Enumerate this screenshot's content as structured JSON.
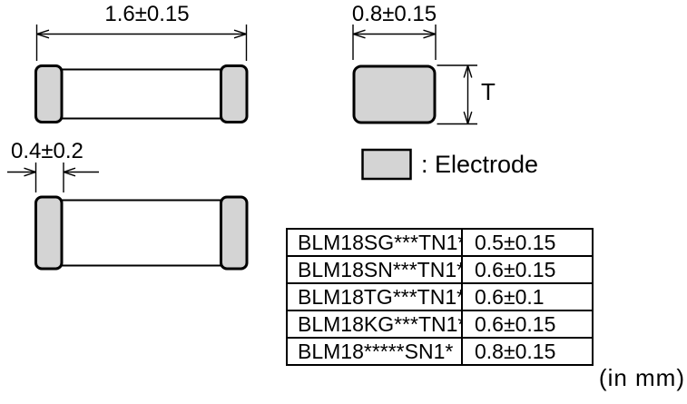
{
  "diagram": {
    "top_view": {
      "length_dim": "1.6±0.15"
    },
    "end_view": {
      "width_dim": "0.8±0.15",
      "thickness_label": "T"
    },
    "side_view": {
      "electrode_width_dim": "0.4±0.2"
    },
    "legend": {
      "label": ": Electrode"
    },
    "unit_note": "(in mm)"
  },
  "thickness_table": {
    "rows": [
      {
        "part_number": "BLM18SG***TN1*",
        "thickness": "0.5±0.15"
      },
      {
        "part_number": "BLM18SN***TN1*",
        "thickness": "0.6±0.15"
      },
      {
        "part_number": "BLM18TG***TN1*",
        "thickness": "0.6±0.1"
      },
      {
        "part_number": "BLM18KG***TN1*",
        "thickness": "0.6±0.15"
      },
      {
        "part_number": "BLM18*****SN1*",
        "thickness": "0.8±0.15"
      }
    ]
  },
  "colors": {
    "electrode_fill": "#d4d4d4",
    "line_color": "#000000",
    "background": "#ffffff"
  }
}
